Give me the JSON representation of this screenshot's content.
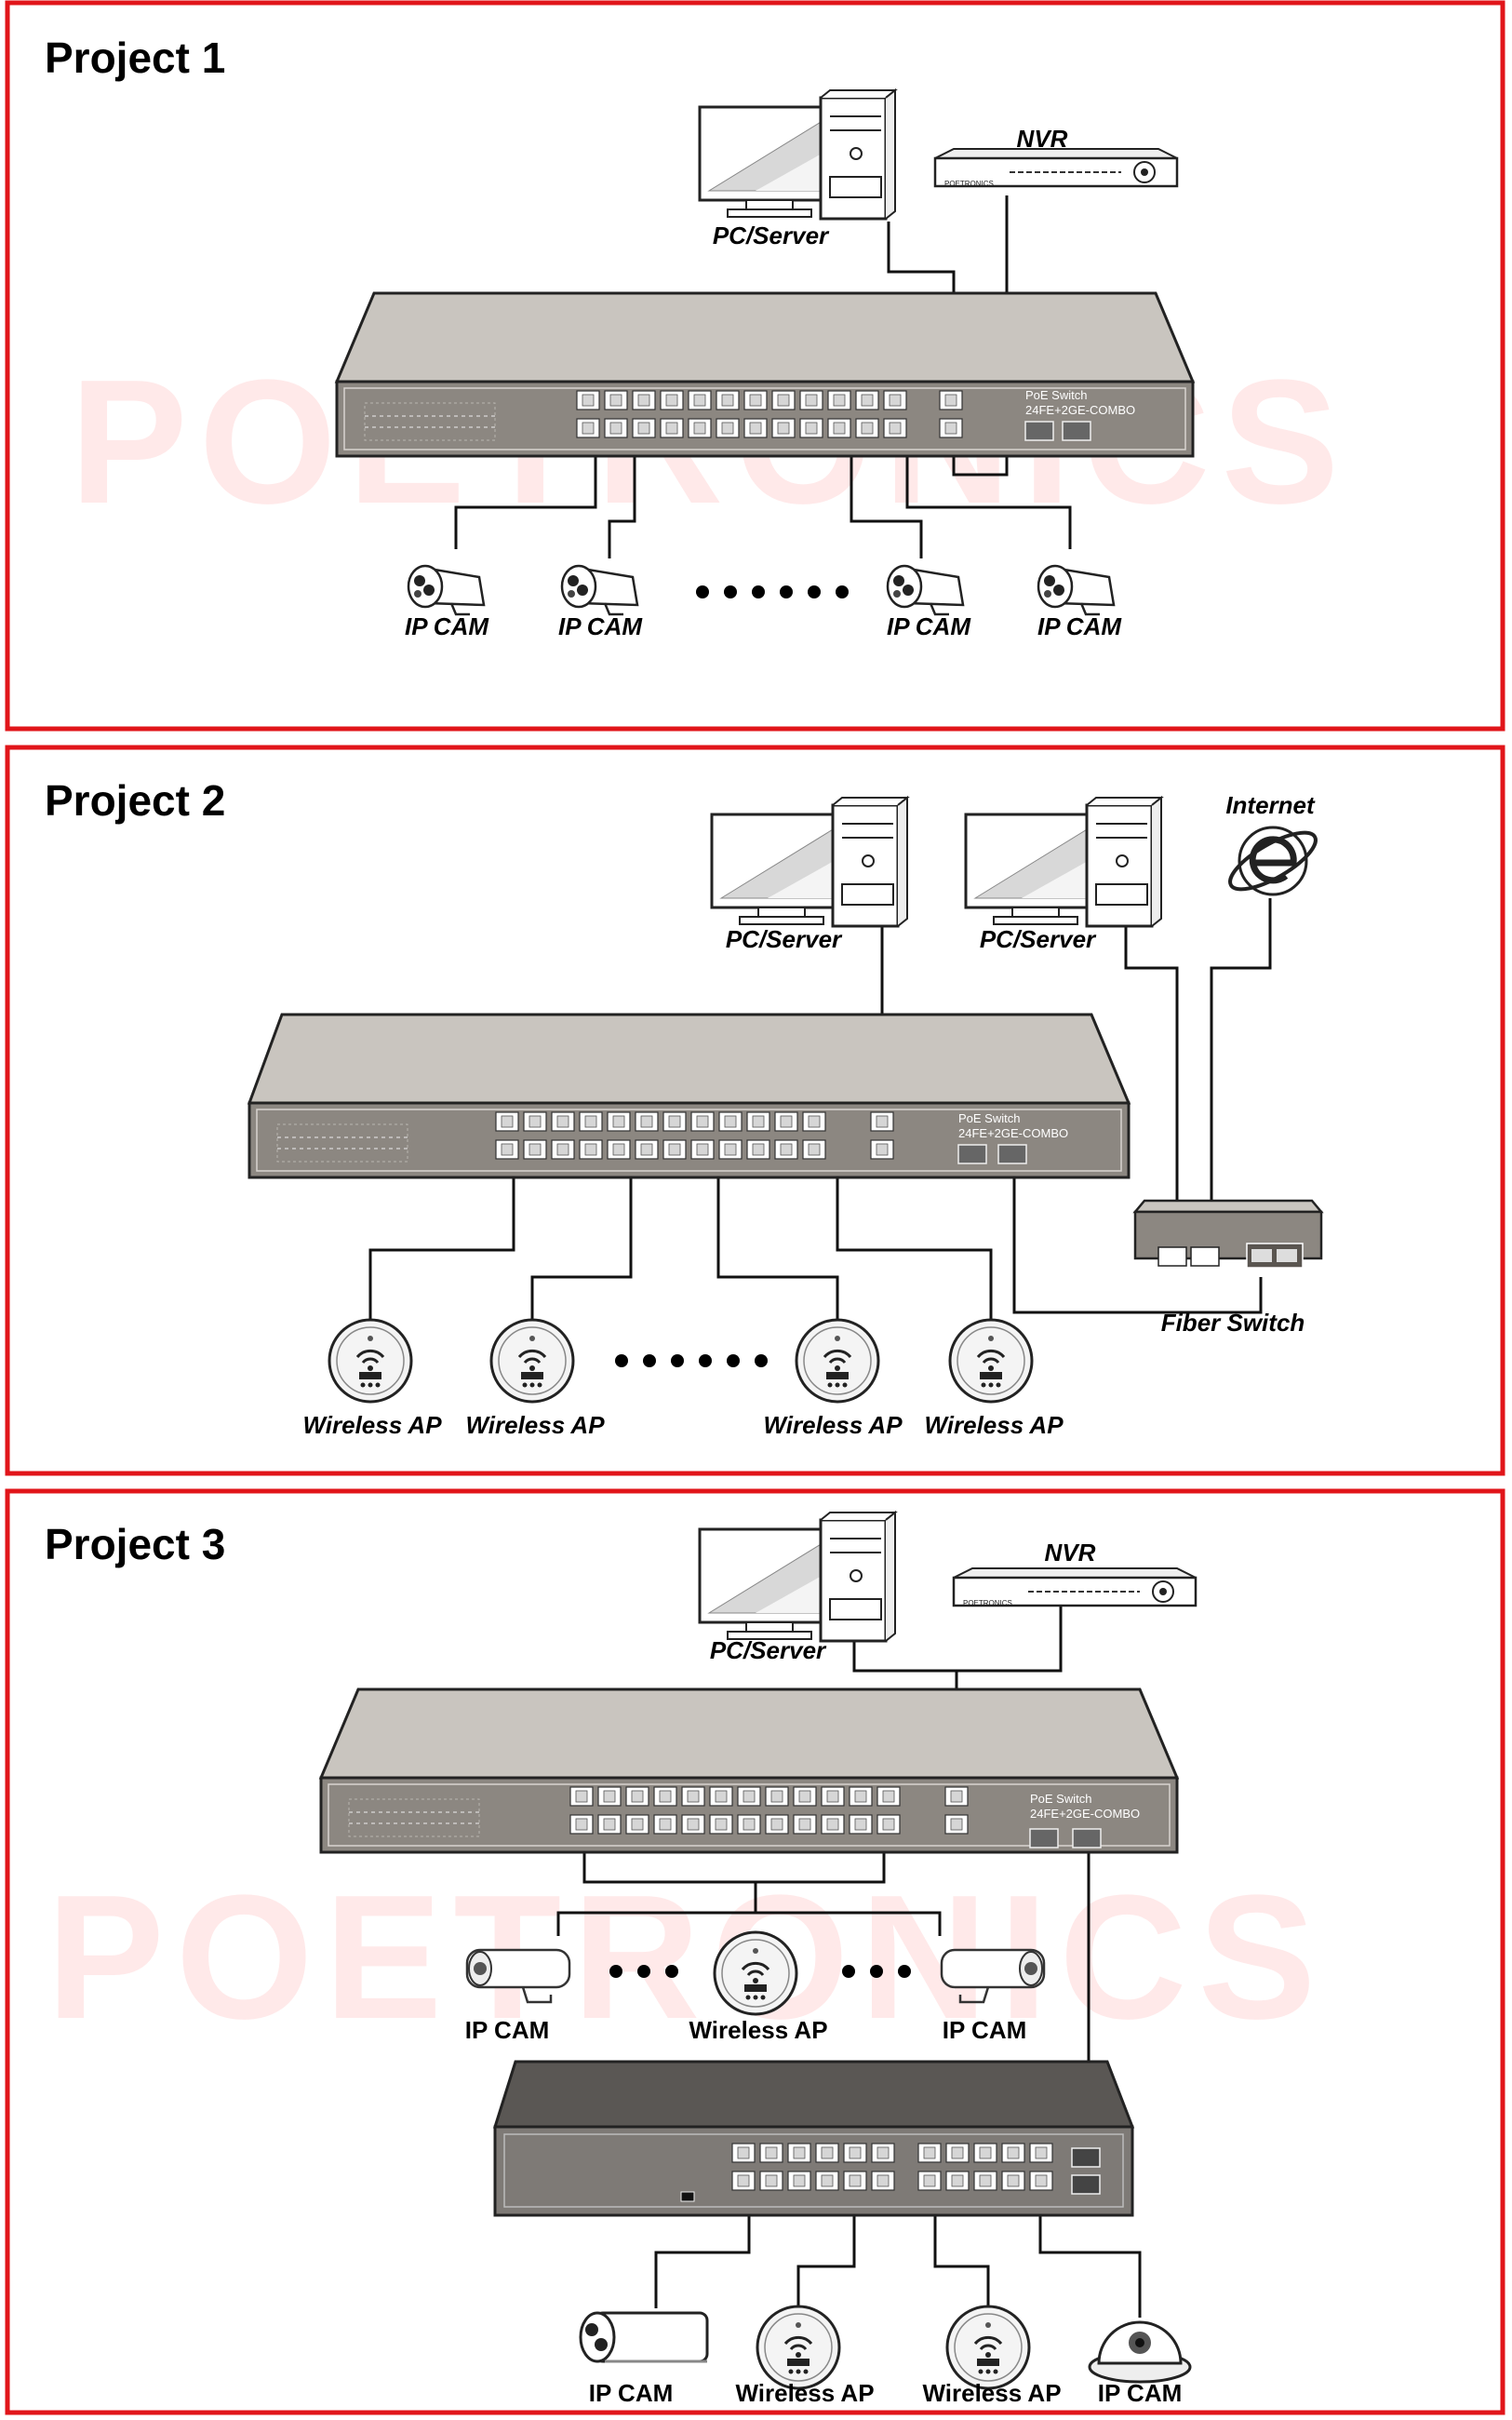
{
  "watermark": "POETRONICS",
  "switch_text": {
    "line1": "PoE Switch",
    "line2": "24FE+2GE-COMBO"
  },
  "nvr_brand": "POETRONICS",
  "projects": [
    {
      "title": "Project 1",
      "labels": {
        "pc": "PC/Server",
        "nvr": "NVR",
        "cams": [
          "IP CAM",
          "IP CAM",
          "IP CAM",
          "IP CAM"
        ]
      }
    },
    {
      "title": "Project 2",
      "labels": {
        "pc1": "PC/Server",
        "pc2": "PC/Server",
        "internet": "Internet",
        "fiber": "Fiber Switch",
        "aps": [
          "Wireless AP",
          "Wireless AP",
          "Wireless AP",
          "Wireless AP"
        ]
      }
    },
    {
      "title": "Project 3",
      "labels": {
        "pc": "PC/Server",
        "nvr": "NVR",
        "mid": [
          "IP CAM",
          "Wireless AP",
          "IP CAM"
        ],
        "bottom": [
          "IP CAM",
          "Wireless AP",
          "Wireless AP",
          "IP CAM"
        ]
      }
    }
  ],
  "colors": {
    "frame": "#e1151a",
    "switch_body": "#c9c5bf",
    "switch_front": "#8c8781",
    "watermark": "#ffe9e9"
  },
  "icons": [
    "pc-server-icon",
    "nvr-icon",
    "ip-camera-icon",
    "wireless-ap-icon",
    "internet-icon",
    "fiber-switch-icon",
    "dome-camera-icon"
  ]
}
